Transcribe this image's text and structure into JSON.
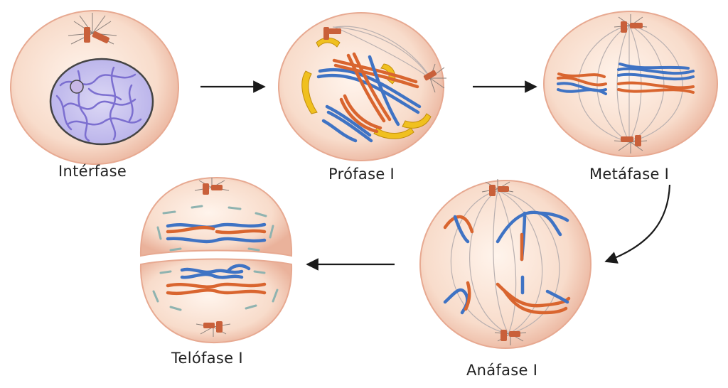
{
  "stages": [
    {
      "id": "interfase",
      "label": "Intérfase"
    },
    {
      "id": "profase",
      "label": "Prófase I"
    },
    {
      "id": "metafase",
      "label": "Metáfase I"
    },
    {
      "id": "anafase",
      "label": "Anáfase I"
    },
    {
      "id": "telofase",
      "label": "Telófase I"
    }
  ],
  "colors": {
    "cell_fill": "#f7d9c8",
    "cell_edge": "#e9a98f",
    "nucleus_fill": "#c8c2ee",
    "chromatin": "#7c6fd0",
    "chromosome_blue": "#3f73c4",
    "chromosome_orange": "#d9652f",
    "nuclear_envelope_fragment": "#f0c01f",
    "centrosome": "#c9603a",
    "spindle": "#b9b0b0",
    "arrow": "#1a1a1a"
  },
  "icons": {
    "process_arrow": "long-right-arrow",
    "curved_arrow": "curved-down-left-arrow"
  }
}
